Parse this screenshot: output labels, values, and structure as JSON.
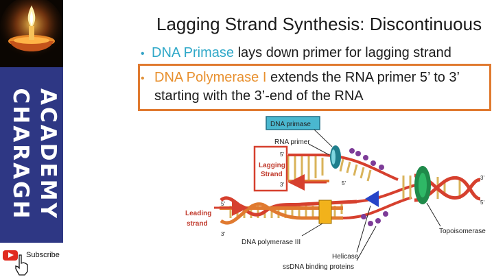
{
  "sidebar": {
    "brand_line_1": "CHARAGH",
    "brand_line_2": "ACADEMY",
    "subscribe_label": "Subscribe",
    "icons": [
      "oil-lamp-icon",
      "youtube-icon",
      "hand-cursor-icon"
    ]
  },
  "slide": {
    "title": "Lagging Strand Synthesis: Discontinuous",
    "bullet_1": {
      "term": "DNA Primase",
      "text": " lays down primer for lagging strand"
    },
    "bullet_2": {
      "term": "DNA Polymerase I",
      "text_line_1": " extends the RNA primer 5’ to 3’",
      "text_line_2": "starting with the 3’-end of the RNA"
    }
  },
  "diagram": {
    "labels": {
      "dna_primase": "DNA primase",
      "rna_primer": "RNA primer",
      "lagging_strand": "Lagging Strand",
      "leading_strand": "Leading strand",
      "dna_polymerase_iii": "DNA polymerase III",
      "helicase": "Helicase",
      "ssdna_binding_proteins": "ssDNA binding proteins",
      "topoisomerase": "Topoisomerase"
    },
    "end_marks": {
      "five_prime": "5'",
      "three_prime": "3'"
    }
  },
  "colors": {
    "sidebar": "#2e3784",
    "primase_term": "#2fa8c8",
    "polymerase_term": "#e8902e",
    "highlight_box": "#e07a30",
    "strand_red": "#d6402e",
    "topoisomerase": "#1f8a4a",
    "ssb": "#7d3c98",
    "helicase": "#2745c8"
  }
}
